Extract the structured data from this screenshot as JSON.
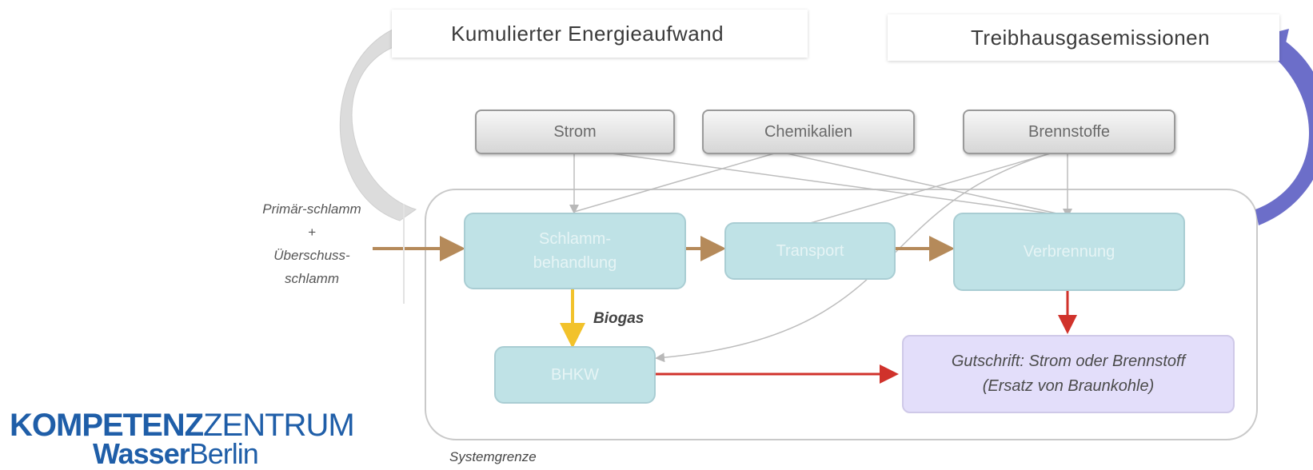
{
  "header": {
    "energy_label": "Kumulierter Energieaufwand",
    "ghg_label": "Treibhausgasemissionen"
  },
  "inputs": {
    "strom": "Strom",
    "chemikalien": "Chemikalien",
    "brennstoffe": "Brennstoffe"
  },
  "sludge_input": {
    "line1": "Primär-schlamm",
    "line2": "+",
    "line3": "Überschuss-",
    "line4": "schlamm"
  },
  "processes": {
    "treatment": "Schlamm-behandlung",
    "transport": "Transport",
    "utilization": "Verbrennung",
    "bhkw": "BHKW"
  },
  "labels": {
    "biogas": "Biogas",
    "system_boundary": "Systemgrenze"
  },
  "credit": {
    "line1": "Gutschrift: Strom oder Brennstoff",
    "line2": "(Ersatz von Braunkohle)"
  },
  "logo": {
    "part1": "KOMPETENZ",
    "part2": "ZENTRUM",
    "part3": "Wasser",
    "part4": "Berlin"
  },
  "colors": {
    "brand_blue": "#1f5ea8",
    "process_fill": "#bfe2e6",
    "credit_fill": "#e3defa",
    "sludge_arrow": "#b58a5a",
    "biogas_arrow": "#f2c22b",
    "credit_arrow": "#d0322b",
    "ghg_arrow": "#6c6ec9"
  }
}
